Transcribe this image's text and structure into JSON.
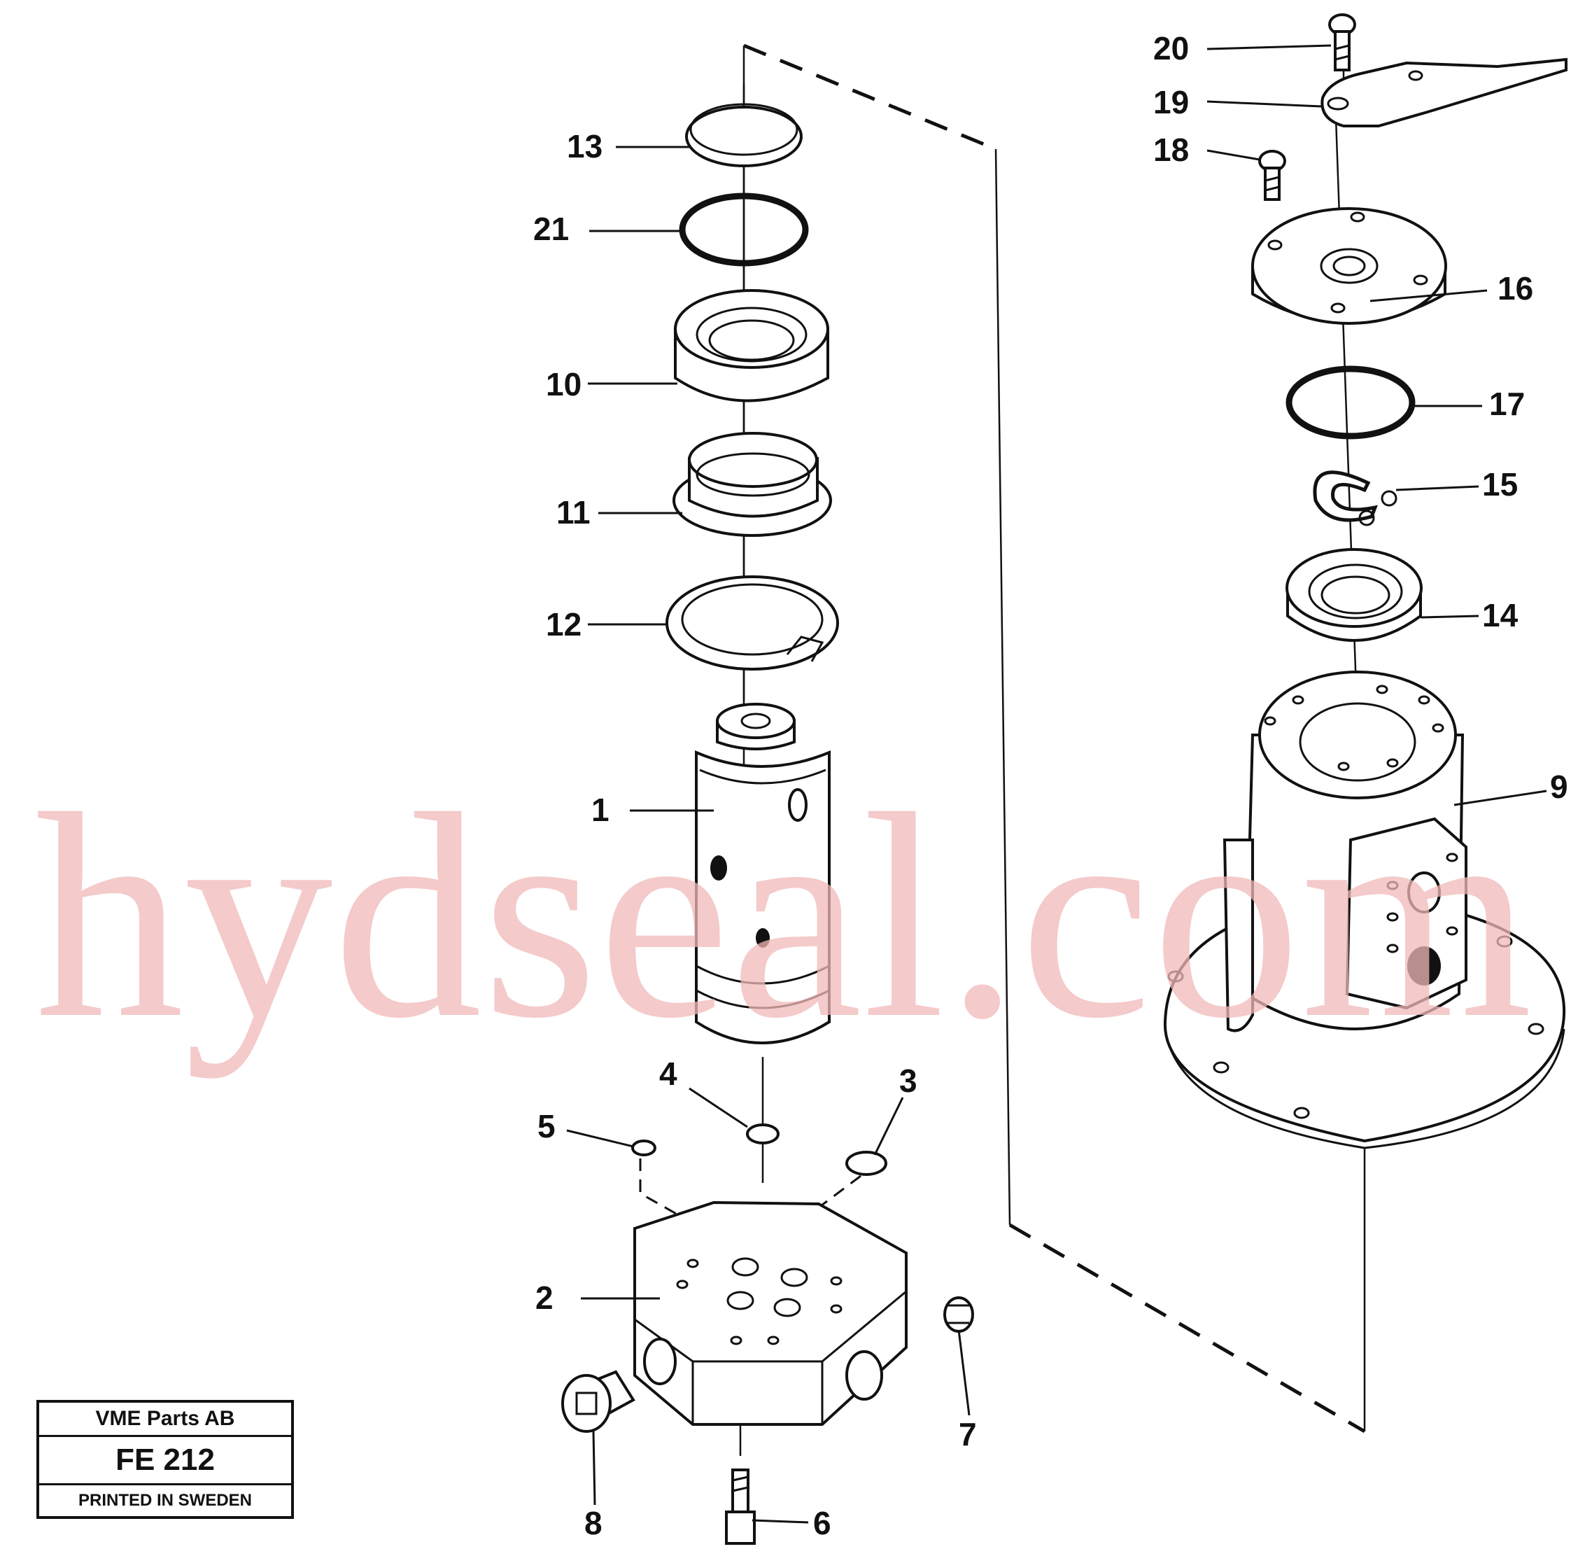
{
  "watermark": "hydseal.com",
  "title_block": {
    "company": "VME Parts AB",
    "code": "FE 212",
    "printed": "PRINTED IN SWEDEN"
  },
  "callouts": {
    "p1": "1",
    "p2": "2",
    "p3": "3",
    "p4": "4",
    "p5": "5",
    "p6": "6",
    "p7": "7",
    "p8": "8",
    "p9": "9",
    "p10": "10",
    "p11": "11",
    "p12": "12",
    "p13": "13",
    "p14": "14",
    "p15": "15",
    "p16": "16",
    "p17": "17",
    "p18": "18",
    "p19": "19",
    "p20": "20",
    "p21": "21"
  }
}
